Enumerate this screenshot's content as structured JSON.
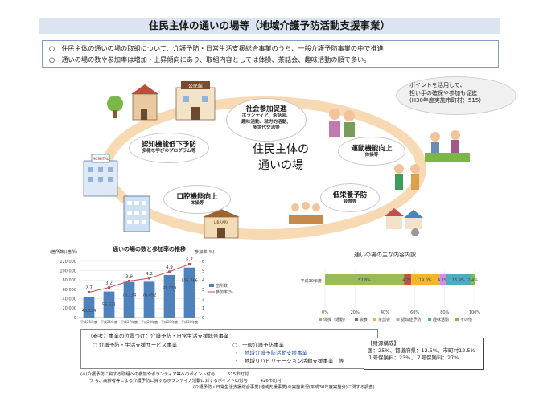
{
  "title": "住民主体の通いの場等（地域介護予防活動支援事業）",
  "summary": [
    "○　住民主体の通いの場の取組について、介護予防・日常生活支援総合事業のうち、一般介護予防事業の中で推進",
    "○　通いの場の数や参加率は増加・上昇傾向にあり、取組内容としては体操、茶話会、趣味活動の順で多い。"
  ],
  "center_text": [
    "住民主体の",
    "通いの場"
  ],
  "bubbles": {
    "social": {
      "title": "社会参加促進",
      "sub": [
        "ボランティア、茶話会、",
        "趣味活動、就労的活動、",
        "多世代交流等"
      ]
    },
    "cognitive": {
      "title": "認知機能低下予防",
      "sub": [
        "多様な学びのプログラム等"
      ]
    },
    "exercise": {
      "title": "運動機能向上",
      "sub": [
        "体操等"
      ]
    },
    "oral": {
      "title": "口腔機能向上",
      "sub": [
        "体操等"
      ]
    },
    "nutrition": {
      "title": "低栄養予防",
      "sub": [
        "会食等"
      ]
    }
  },
  "building_labels": {
    "office": "公民館",
    "library": "LIBRARY",
    "hospital": "HOSPITAL"
  },
  "callout": [
    "ポイントを活用して、",
    "担い手の確保や参加も促進",
    "(H30年度実施市町村：515)"
  ],
  "chart_data": [
    {
      "type": "bar",
      "title": "通いの場の数と参加率の推移",
      "left_axis_label": "(箇所数)(箇所)",
      "right_axis_label": "参加率(%)",
      "categories": [
        "平成25年度",
        "平成26年度",
        "平成27年度",
        "平成28年度",
        "平成29年度",
        "平成30年度"
      ],
      "y_ticks": [
        "0",
        "20,000",
        "40,000",
        "60,000",
        "80,000",
        "100,000",
        "120,000"
      ],
      "y2_ticks": [
        "0",
        "1",
        "2",
        "3",
        "4",
        "5",
        "6"
      ],
      "ylim": [
        0,
        120000
      ],
      "y2lim": [
        0,
        6
      ],
      "series": [
        {
          "name": "箇所数",
          "type": "bar",
          "color": "#4f81bd",
          "values": [
            43154,
            55521,
            76134,
            76492,
            91059,
            106766
          ],
          "labels": [
            "43,154",
            "55,521",
            "76,134",
            "76,492",
            "91,059",
            "106,766"
          ]
        },
        {
          "name": "参加率(%)",
          "type": "line",
          "color": "#c0504d",
          "values": [
            2.7,
            3.2,
            3.9,
            4.2,
            4.9,
            5.7
          ],
          "labels": [
            "2.7",
            "3.2",
            "3.9",
            "4.2",
            "4.9",
            "5.7"
          ]
        }
      ]
    },
    {
      "type": "bar",
      "title": "通いの場の主な内容内訳",
      "orientation": "horizontal-stacked",
      "categories": [
        "平成30年度"
      ],
      "x_ticks": [
        "0%",
        "20%",
        "40%",
        "60%",
        "80%",
        "100%"
      ],
      "xlim": [
        0,
        100
      ],
      "series": [
        {
          "name": "体操（運動）",
          "value": 52.8,
          "label": "52.8%",
          "color": "#9bbb59"
        },
        {
          "name": "会食",
          "value": 4.7,
          "label": "4.7%",
          "color": "#c0504d"
        },
        {
          "name": "茶話会",
          "value": 19.0,
          "label": "19.0%",
          "color": "#f7b32b"
        },
        {
          "name": "認知症予防",
          "value": 4.2,
          "label": "4.2%",
          "color": "#d18fd9"
        },
        {
          "name": "趣味活動",
          "value": 16.9,
          "label": "16.9%",
          "color": "#4bacc6"
        },
        {
          "name": "その他",
          "value": 2.4,
          "label": "2.4%",
          "color": "#76c442"
        }
      ]
    }
  ],
  "reference": {
    "header": "（参考）事業の位置づけ：介護予防・日常生活支援総合事業",
    "left_item": "○ 介護予防・生活支援サービス事業",
    "right_items": [
      "○　一般介護予防事業",
      "・　地域介護予防活動支援事業",
      "・　地域リハビリテーション活動支援事業　等"
    ]
  },
  "fiscal": {
    "title": "【財源構成】",
    "line1": "国：25%、都道府県：12.5%、市町村12.5%",
    "line2": "１号保険料：23%、２号保険料：27%"
  },
  "notes": [
    "(※)介護予防に資する取組への参加やボランティア等へのポイント付与　　　515市町村",
    "　　う ち、高齢者等による介護予防に資するボランティア活動に対するポイントの付与　　　426市町村",
    "(介護予防・日常生活支援総合事業(地域支援事業)の実施状況(平成30年度実施分)に関する調査)"
  ]
}
